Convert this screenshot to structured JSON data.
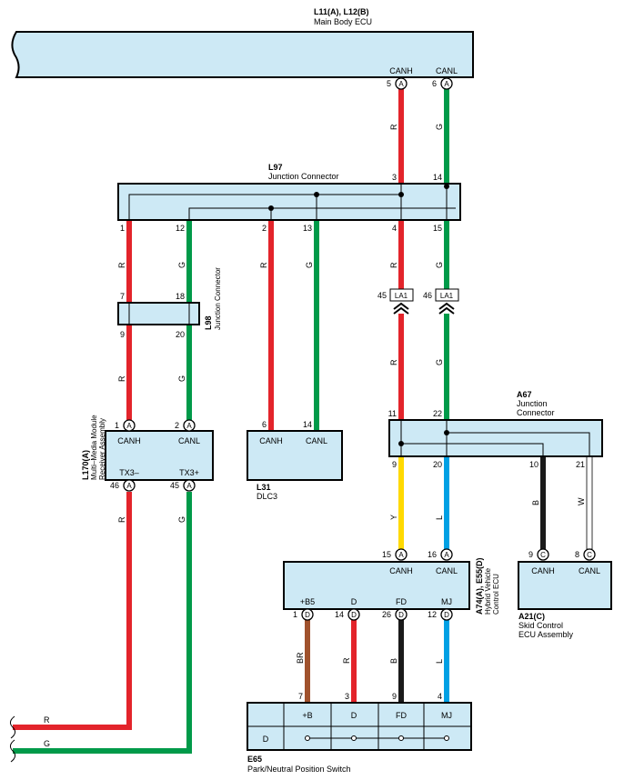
{
  "colors": {
    "R": "#e3242b",
    "G": "#009a49",
    "Y": "#ffd900",
    "L": "#00a0e4",
    "B": "#1a1a1a",
    "W": "#ffffff",
    "BR": "#a0522d",
    "box": "#cde9f5"
  },
  "main_body_ecu": {
    "code": "L11(A), L12(B)",
    "name": "Main Body ECU",
    "canh": "CANH",
    "canl": "CANL",
    "pin_canh": "5",
    "pin_canl": "6",
    "conn": "A"
  },
  "l97": {
    "code": "L97",
    "name": "Junction Connector",
    "pins": {
      "p3": "3",
      "p14": "14",
      "p1": "1",
      "p12": "12",
      "p2": "2",
      "p13": "13",
      "p4": "4",
      "p15": "15"
    }
  },
  "l98": {
    "code": "L98",
    "name": "Junction Connector",
    "pins": {
      "p7": "7",
      "p18": "18",
      "p9": "9",
      "p20": "20"
    }
  },
  "l170": {
    "code": "L170(A)",
    "name1": "Multi–Media Module",
    "name2": "Receiver Assembly",
    "canh": "CANH",
    "canl": "CANL",
    "tx3m": "TX3–",
    "tx3p": "TX3+",
    "pin1": "1",
    "pin2": "2",
    "pin46": "46",
    "pin45": "45",
    "conn": "A"
  },
  "l31": {
    "code": "L31",
    "name": "DLC3",
    "canh": "CANH",
    "canl": "CANL",
    "pin6": "6",
    "pin14": "14"
  },
  "la1": {
    "label": "LA1",
    "pin45": "45",
    "pin46": "46"
  },
  "a67": {
    "code": "A67",
    "name1": "Junction",
    "name2": "Connector",
    "pins": {
      "p11": "11",
      "p22": "22",
      "p9": "9",
      "p20": "20",
      "p10": "10",
      "p21": "21"
    }
  },
  "a74": {
    "code": "A74(A), E55(D)",
    "name1": "Hybrid Vehicle",
    "name2": "Control ECU",
    "canh": "CANH",
    "canl": "CANL",
    "b5": "+B5",
    "d": "D",
    "fd": "FD",
    "mj": "MJ",
    "pin15": "15",
    "pin16": "16",
    "pin1": "1",
    "pin14": "14",
    "pin26": "26",
    "pin12": "12",
    "connA": "A",
    "connD": "D"
  },
  "a21": {
    "code": "A21(C)",
    "name1": "Skid Control",
    "name2": "ECU Assembly",
    "canh": "CANH",
    "canl": "CANL",
    "pin9": "9",
    "pin8": "8",
    "conn": "C"
  },
  "e65": {
    "code": "E65",
    "name": "Park/Neutral Position Switch",
    "b": "+B",
    "d": "D",
    "fd": "FD",
    "mj": "MJ",
    "row_label": "D",
    "pin7": "7",
    "pin3": "3",
    "pin9": "9",
    "pin4": "4"
  },
  "wire_labels": {
    "r": "R",
    "g": "G",
    "y": "Y",
    "l": "L",
    "b": "B",
    "w": "W",
    "br": "BR"
  }
}
